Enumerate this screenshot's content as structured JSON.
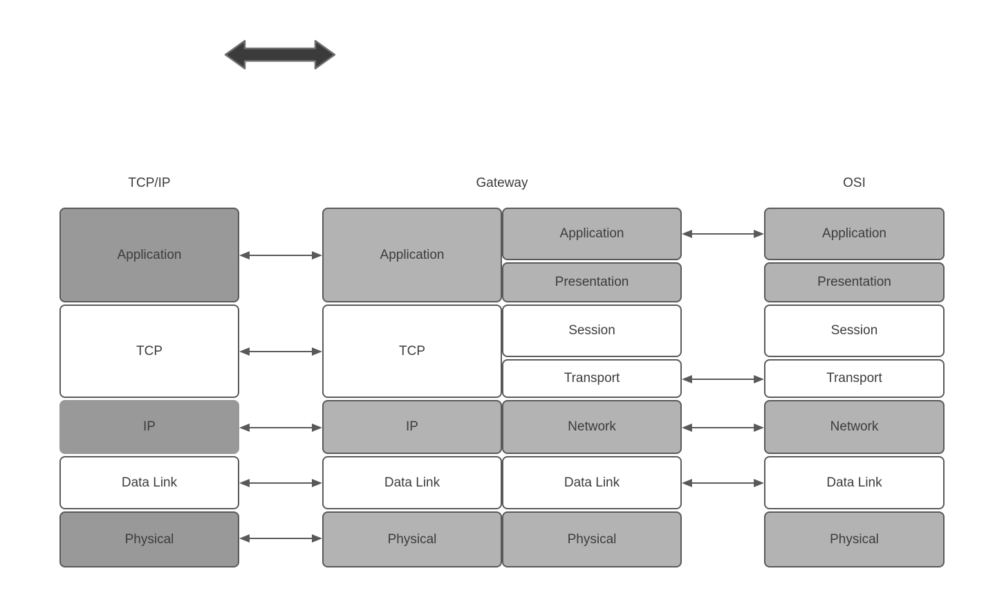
{
  "diagram": {
    "type": "network-model-comparison",
    "titles": {
      "tcpip": "TCP/IP",
      "gateway": "Gateway",
      "osi": "OSI"
    },
    "tcpip_layers": [
      "Application",
      "TCP",
      "IP",
      "Data Link",
      "Physical"
    ],
    "gateway_left_layers": [
      "Application",
      "TCP",
      "IP",
      "Data Link",
      "Physical"
    ],
    "gateway_right_layers": [
      "Application",
      "Presentation",
      "Session",
      "Transport",
      "Network",
      "Data Link",
      "Physical"
    ],
    "osi_layers": [
      "Application",
      "Presentation",
      "Session",
      "Transport",
      "Network",
      "Data Link",
      "Physical"
    ],
    "connections": {
      "tcpip_to_gateway": [
        "Application",
        "TCP",
        "IP",
        "Data Link",
        "Physical"
      ],
      "gateway_to_osi": [
        "Application",
        "Transport",
        "Network",
        "Data Link"
      ]
    },
    "colors": {
      "tcpip_gray_fill": "#999999",
      "gateway_osi_gray_fill": "#b3b3b3",
      "white_fill": "#ffffff",
      "box_border": "#595959",
      "arrow_line": "#595959",
      "text": "#3c3c3c",
      "thick_arrow_fill": "#3b3b3b",
      "thick_arrow_outline": "#6e6e6e",
      "background": "#ffffff"
    }
  }
}
